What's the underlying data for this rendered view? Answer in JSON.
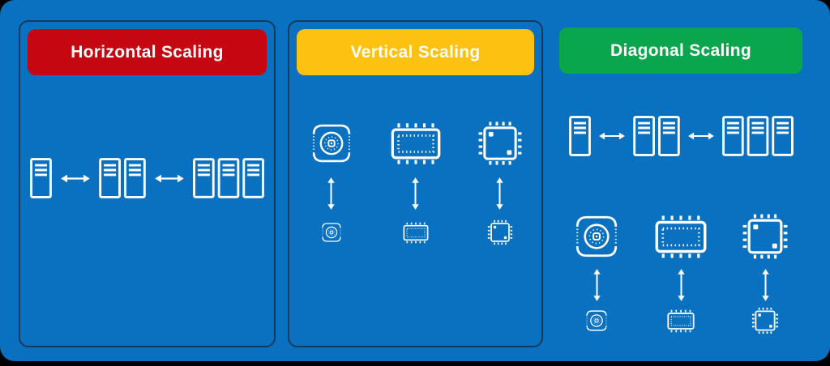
{
  "colors": {
    "background": "#0a70c0",
    "panel_border": "#143a5c",
    "icon": "#ffffff",
    "header_text": "#ffffff"
  },
  "panels": [
    {
      "title": "Horizontal Scaling",
      "header_color": "#c50712",
      "servers_sequence": {
        "cluster_sizes": [
          1,
          2,
          3
        ],
        "connector": "left-right-arrow"
      }
    },
    {
      "title": "Vertical Scaling",
      "header_color": "#fdc112",
      "components": [
        {
          "icon": "hard-disk-icon",
          "scales": "small-to-large"
        },
        {
          "icon": "memory-chip-icon",
          "scales": "small-to-large"
        },
        {
          "icon": "processor-chip-icon",
          "scales": "small-to-large"
        }
      ]
    },
    {
      "title": "Diagonal Scaling",
      "header_color": "#0aa64d",
      "servers_sequence": {
        "cluster_sizes": [
          1,
          2,
          3
        ],
        "connector": "left-right-arrow"
      },
      "components": [
        {
          "icon": "hard-disk-icon",
          "scales": "small-to-large"
        },
        {
          "icon": "memory-chip-icon",
          "scales": "small-to-large"
        },
        {
          "icon": "processor-chip-icon",
          "scales": "small-to-large"
        }
      ]
    }
  ],
  "icons": {
    "server": "server-tower-icon",
    "disk": "hard-disk-icon",
    "ram": "memory-chip-icon",
    "cpu": "processor-chip-icon",
    "horizontal_connector": "left-right-arrow-icon",
    "vertical_connector": "up-down-arrow-icon"
  }
}
